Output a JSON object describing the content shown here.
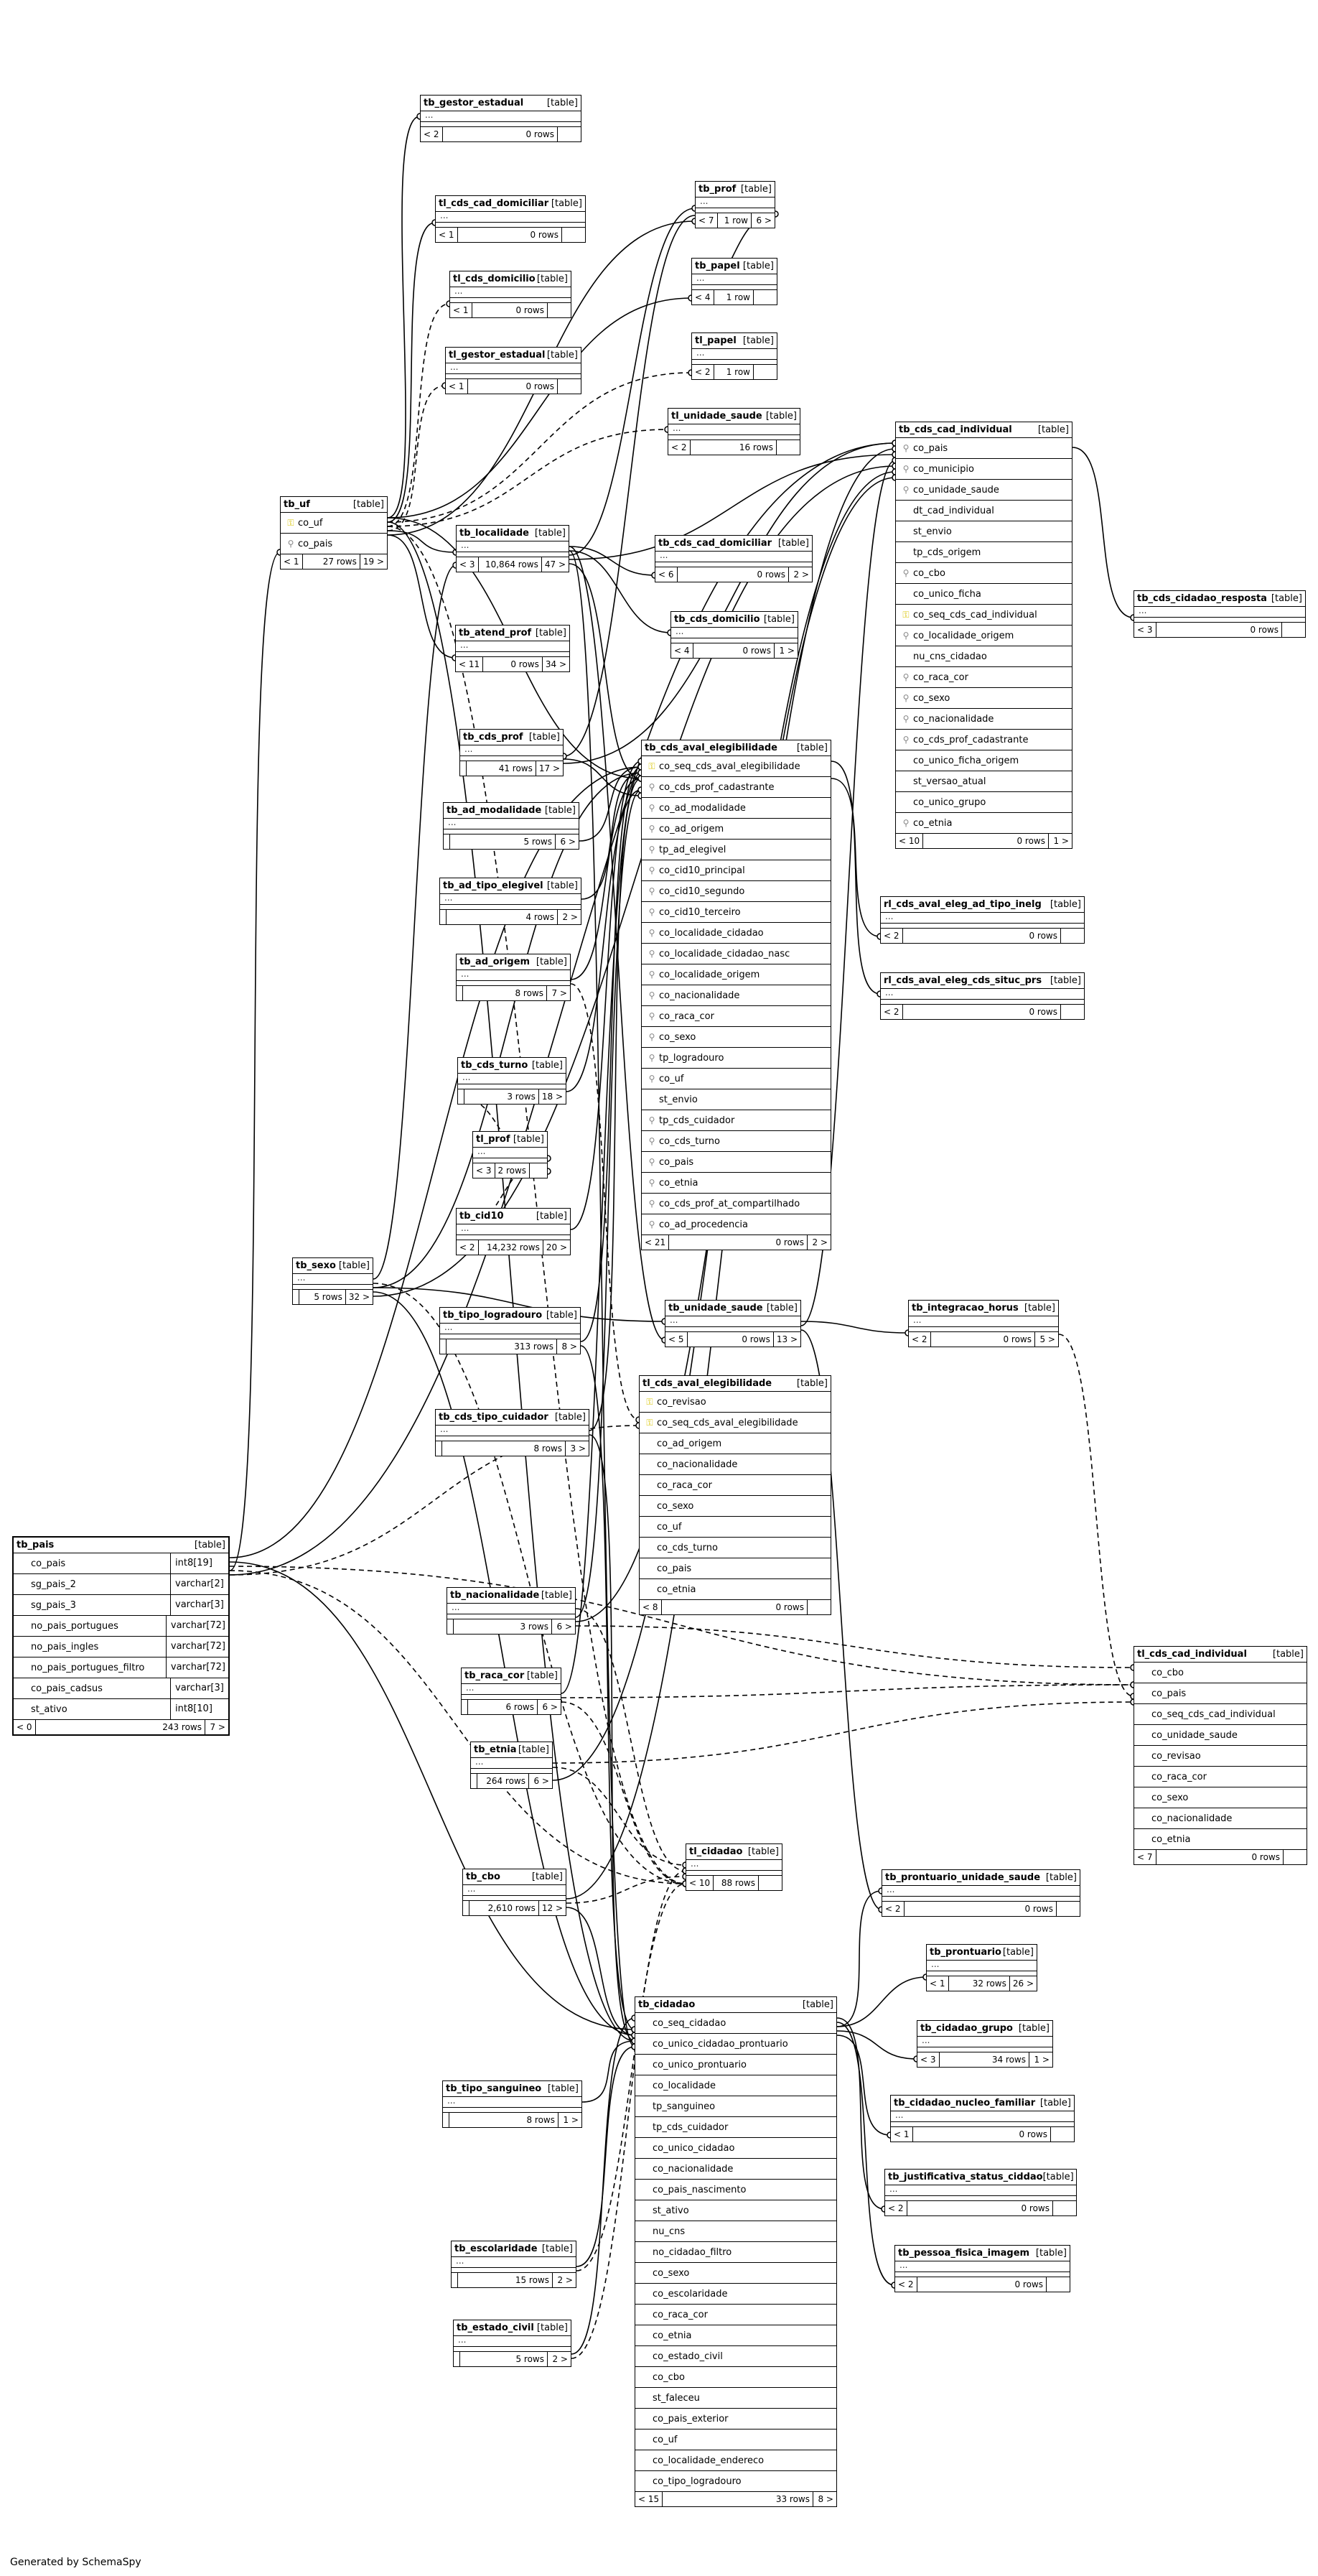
{
  "footer": {
    "generated_by": "Generated by SchemaSpy"
  },
  "labels": {
    "table_type": "[table]"
  },
  "tables": [
    {
      "id": "tb_gestor_estadual",
      "name": "tb_gestor_estadual",
      "cols": [],
      "parents": "< 2",
      "rows": "0 rows",
      "children": ""
    },
    {
      "id": "tl_cds_cad_domiciliar",
      "name": "tl_cds_cad_domiciliar",
      "cols": [],
      "parents": "< 1",
      "rows": "0 rows",
      "children": ""
    },
    {
      "id": "tl_cds_domicilio",
      "name": "tl_cds_domicilio",
      "cols": [],
      "parents": "< 1",
      "rows": "0 rows",
      "children": ""
    },
    {
      "id": "tl_gestor_estadual",
      "name": "tl_gestor_estadual",
      "cols": [],
      "parents": "< 1",
      "rows": "0 rows",
      "children": ""
    },
    {
      "id": "tb_prof",
      "name": "tb_prof",
      "cols": [],
      "parents": "< 7",
      "rows": "1 row",
      "children": "6 >"
    },
    {
      "id": "tb_papel",
      "name": "tb_papel",
      "cols": [],
      "parents": "< 4",
      "rows": "1 row",
      "children": ""
    },
    {
      "id": "tl_papel",
      "name": "tl_papel",
      "cols": [],
      "parents": "< 2",
      "rows": "1 row",
      "children": ""
    },
    {
      "id": "tl_unidade_saude",
      "name": "tl_unidade_saude",
      "cols": [],
      "parents": "< 2",
      "rows": "16 rows",
      "children": ""
    },
    {
      "id": "tb_uf",
      "name": "tb_uf",
      "cols": [
        {
          "n": "co_uf",
          "k": "pk"
        },
        {
          "n": "co_pais",
          "k": "fk"
        }
      ],
      "parents": "< 1",
      "rows": "27 rows",
      "children": "19 >"
    },
    {
      "id": "tb_localidade",
      "name": "tb_localidade",
      "cols": [],
      "parents": "< 3",
      "rows": "10,864 rows",
      "children": "47 >"
    },
    {
      "id": "tb_cds_cad_domiciliar",
      "name": "tb_cds_cad_domiciliar",
      "cols": [],
      "parents": "< 6",
      "rows": "0 rows",
      "children": "2 >"
    },
    {
      "id": "tb_cds_domicilio",
      "name": "tb_cds_domicilio",
      "cols": [],
      "parents": "< 4",
      "rows": "0 rows",
      "children": "1 >"
    },
    {
      "id": "tb_atend_prof",
      "name": "tb_atend_prof",
      "cols": [],
      "parents": "< 11",
      "rows": "0 rows",
      "children": "34 >"
    },
    {
      "id": "tb_cds_prof",
      "name": "tb_cds_prof",
      "cols": [],
      "parents": "",
      "rows": "41 rows",
      "children": "17 >"
    },
    {
      "id": "tb_ad_modalidade",
      "name": "tb_ad_modalidade",
      "cols": [],
      "parents": "",
      "rows": "5 rows",
      "children": "6 >"
    },
    {
      "id": "tb_ad_tipo_elegivel",
      "name": "tb_ad_tipo_elegivel",
      "cols": [],
      "parents": "",
      "rows": "4 rows",
      "children": "2 >"
    },
    {
      "id": "tb_ad_origem",
      "name": "tb_ad_origem",
      "cols": [],
      "parents": "",
      "rows": "8 rows",
      "children": "7 >"
    },
    {
      "id": "tb_cds_turno",
      "name": "tb_cds_turno",
      "cols": [],
      "parents": "",
      "rows": "3 rows",
      "children": "18 >"
    },
    {
      "id": "tl_prof",
      "name": "tl_prof",
      "cols": [],
      "parents": "< 3",
      "rows": "2 rows",
      "children": ""
    },
    {
      "id": "tb_cid10",
      "name": "tb_cid10",
      "cols": [],
      "parents": "< 2",
      "rows": "14,232 rows",
      "children": "20 >"
    },
    {
      "id": "tb_sexo",
      "name": "tb_sexo",
      "cols": [],
      "parents": "",
      "rows": "5 rows",
      "children": "32 >"
    },
    {
      "id": "tb_tipo_logradouro",
      "name": "tb_tipo_logradouro",
      "cols": [],
      "parents": "",
      "rows": "313 rows",
      "children": "8 >"
    },
    {
      "id": "tb_cds_tipo_cuidador",
      "name": "tb_cds_tipo_cuidador",
      "cols": [],
      "parents": "",
      "rows": "8 rows",
      "children": "3 >"
    },
    {
      "id": "tb_nacionalidade",
      "name": "tb_nacionalidade",
      "cols": [],
      "parents": "",
      "rows": "3 rows",
      "children": "6 >"
    },
    {
      "id": "tb_raca_cor",
      "name": "tb_raca_cor",
      "cols": [],
      "parents": "",
      "rows": "6 rows",
      "children": "6 >"
    },
    {
      "id": "tb_etnia",
      "name": "tb_etnia",
      "cols": [],
      "parents": "",
      "rows": "264 rows",
      "children": "6 >"
    },
    {
      "id": "tb_cbo",
      "name": "tb_cbo",
      "cols": [],
      "parents": "",
      "rows": "2,610 rows",
      "children": "12 >"
    },
    {
      "id": "tb_tipo_sanguineo",
      "name": "tb_tipo_sanguineo",
      "cols": [],
      "parents": "",
      "rows": "8 rows",
      "children": "1 >"
    },
    {
      "id": "tb_escolaridade",
      "name": "tb_escolaridade",
      "cols": [],
      "parents": "",
      "rows": "15 rows",
      "children": "2 >"
    },
    {
      "id": "tb_estado_civil",
      "name": "tb_estado_civil",
      "cols": [],
      "parents": "",
      "rows": "5 rows",
      "children": "2 >"
    },
    {
      "id": "tb_pais",
      "name": "tb_pais",
      "focus": true,
      "cols": [
        {
          "n": "co_pais",
          "t": "int8[19]"
        },
        {
          "n": "sg_pais_2",
          "t": "varchar[2]"
        },
        {
          "n": "sg_pais_3",
          "t": "varchar[3]"
        },
        {
          "n": "no_pais_portugues",
          "t": "varchar[72]"
        },
        {
          "n": "no_pais_ingles",
          "t": "varchar[72]"
        },
        {
          "n": "no_pais_portugues_filtro",
          "t": "varchar[72]"
        },
        {
          "n": "co_pais_cadsus",
          "t": "varchar[3]"
        },
        {
          "n": "st_ativo",
          "t": "int8[10]"
        }
      ],
      "parents": "< 0",
      "rows": "243 rows",
      "children": "7 >"
    },
    {
      "id": "tb_cds_aval_elegibilidade",
      "name": "tb_cds_aval_elegibilidade",
      "cols": [
        {
          "n": "co_seq_cds_aval_elegibilidade",
          "k": "pk"
        },
        {
          "n": "co_cds_prof_cadastrante",
          "k": "fk"
        },
        {
          "n": "co_ad_modalidade",
          "k": "fk"
        },
        {
          "n": "co_ad_origem",
          "k": "fk"
        },
        {
          "n": "tp_ad_elegivel",
          "k": "fk"
        },
        {
          "n": "co_cid10_principal",
          "k": "fk"
        },
        {
          "n": "co_cid10_segundo",
          "k": "fk"
        },
        {
          "n": "co_cid10_terceiro",
          "k": "fk"
        },
        {
          "n": "co_localidade_cidadao",
          "k": "fk"
        },
        {
          "n": "co_localidade_cidadao_nasc",
          "k": "fk"
        },
        {
          "n": "co_localidade_origem",
          "k": "fk"
        },
        {
          "n": "co_nacionalidade",
          "k": "fk"
        },
        {
          "n": "co_raca_cor",
          "k": "fk"
        },
        {
          "n": "co_sexo",
          "k": "fk"
        },
        {
          "n": "tp_logradouro",
          "k": "fk"
        },
        {
          "n": "co_uf",
          "k": "fk"
        },
        {
          "n": "st_envio",
          "k": ""
        },
        {
          "n": "tp_cds_cuidador",
          "k": "fk"
        },
        {
          "n": "co_cds_turno",
          "k": "fk"
        },
        {
          "n": "co_pais",
          "k": "fk"
        },
        {
          "n": "co_etnia",
          "k": "fk"
        },
        {
          "n": "co_cds_prof_at_compartilhado",
          "k": "fk"
        },
        {
          "n": "co_ad_procedencia",
          "k": "fk"
        }
      ],
      "parents": "< 21",
      "rows": "0 rows",
      "children": "2 >"
    },
    {
      "id": "tl_cds_aval_elegibilidade",
      "name": "tl_cds_aval_elegibilidade",
      "cols": [
        {
          "n": "co_revisao",
          "k": "pk"
        },
        {
          "n": "co_seq_cds_aval_elegibilidade",
          "k": "pk"
        },
        {
          "n": "co_ad_origem",
          "k": ""
        },
        {
          "n": "co_nacionalidade",
          "k": ""
        },
        {
          "n": "co_raca_cor",
          "k": ""
        },
        {
          "n": "co_sexo",
          "k": ""
        },
        {
          "n": "co_uf",
          "k": ""
        },
        {
          "n": "co_cds_turno",
          "k": ""
        },
        {
          "n": "co_pais",
          "k": ""
        },
        {
          "n": "co_etnia",
          "k": ""
        }
      ],
      "parents": "< 8",
      "rows": "0 rows",
      "children": ""
    },
    {
      "id": "tb_unidade_saude",
      "name": "tb_unidade_saude",
      "cols": [],
      "parents": "< 5",
      "rows": "0 rows",
      "children": "13 >"
    },
    {
      "id": "tl_cidadao",
      "name": "tl_cidadao",
      "cols": [],
      "parents": "< 10",
      "rows": "88 rows",
      "children": ""
    },
    {
      "id": "tb_cidadao",
      "name": "tb_cidadao",
      "cols": [
        {
          "n": "co_seq_cidadao",
          "k": ""
        },
        {
          "n": "co_unico_cidadao_prontuario",
          "k": ""
        },
        {
          "n": "co_unico_prontuario",
          "k": ""
        },
        {
          "n": "co_localidade",
          "k": ""
        },
        {
          "n": "tp_sanguineo",
          "k": ""
        },
        {
          "n": "tp_cds_cuidador",
          "k": ""
        },
        {
          "n": "co_unico_cidadao",
          "k": ""
        },
        {
          "n": "co_nacionalidade",
          "k": ""
        },
        {
          "n": "co_pais_nascimento",
          "k": ""
        },
        {
          "n": "st_ativo",
          "k": ""
        },
        {
          "n": "nu_cns",
          "k": ""
        },
        {
          "n": "no_cidadao_filtro",
          "k": ""
        },
        {
          "n": "co_sexo",
          "k": ""
        },
        {
          "n": "co_escolaridade",
          "k": ""
        },
        {
          "n": "co_raca_cor",
          "k": ""
        },
        {
          "n": "co_etnia",
          "k": ""
        },
        {
          "n": "co_estado_civil",
          "k": ""
        },
        {
          "n": "co_cbo",
          "k": ""
        },
        {
          "n": "st_faleceu",
          "k": ""
        },
        {
          "n": "co_pais_exterior",
          "k": ""
        },
        {
          "n": "co_uf",
          "k": ""
        },
        {
          "n": "co_localidade_endereco",
          "k": ""
        },
        {
          "n": "co_tipo_logradouro",
          "k": ""
        }
      ],
      "parents": "< 15",
      "rows": "33 rows",
      "children": "8 >"
    },
    {
      "id": "tb_cds_cad_individual",
      "name": "tb_cds_cad_individual",
      "cols": [
        {
          "n": "co_pais",
          "k": "fk"
        },
        {
          "n": "co_municipio",
          "k": "fk"
        },
        {
          "n": "co_unidade_saude",
          "k": "fk"
        },
        {
          "n": "dt_cad_individual",
          "k": ""
        },
        {
          "n": "st_envio",
          "k": ""
        },
        {
          "n": "tp_cds_origem",
          "k": ""
        },
        {
          "n": "co_cbo",
          "k": "fk"
        },
        {
          "n": "co_unico_ficha",
          "k": ""
        },
        {
          "n": "co_seq_cds_cad_individual",
          "k": "pk"
        },
        {
          "n": "co_localidade_origem",
          "k": "fk"
        },
        {
          "n": "nu_cns_cidadao",
          "k": ""
        },
        {
          "n": "co_raca_cor",
          "k": "fk"
        },
        {
          "n": "co_sexo",
          "k": "fk"
        },
        {
          "n": "co_nacionalidade",
          "k": "fk"
        },
        {
          "n": "co_cds_prof_cadastrante",
          "k": "fk"
        },
        {
          "n": "co_unico_ficha_origem",
          "k": ""
        },
        {
          "n": "st_versao_atual",
          "k": ""
        },
        {
          "n": "co_unico_grupo",
          "k": ""
        },
        {
          "n": "co_etnia",
          "k": "fk"
        }
      ],
      "parents": "< 10",
      "rows": "0 rows",
      "children": "1 >"
    },
    {
      "id": "tb_cds_cidadao_resposta",
      "name": "tb_cds_cidadao_resposta",
      "cols": [],
      "parents": "< 3",
      "rows": "0 rows",
      "children": ""
    },
    {
      "id": "rl_cds_aval_eleg_ad_tipo_inelg",
      "name": "rl_cds_aval_eleg_ad_tipo_inelg",
      "cols": [],
      "parents": "< 2",
      "rows": "0 rows",
      "children": ""
    },
    {
      "id": "rl_cds_aval_eleg_cds_situc_prs",
      "name": "rl_cds_aval_eleg_cds_situc_prs",
      "cols": [],
      "parents": "< 2",
      "rows": "0 rows",
      "children": ""
    },
    {
      "id": "tb_integracao_horus",
      "name": "tb_integracao_horus",
      "cols": [],
      "parents": "< 2",
      "rows": "0 rows",
      "children": "5 >"
    },
    {
      "id": "tl_cds_cad_individual",
      "name": "tl_cds_cad_individual",
      "cols": [
        {
          "n": "co_cbo",
          "k": ""
        },
        {
          "n": "co_pais",
          "k": ""
        },
        {
          "n": "co_seq_cds_cad_individual",
          "k": ""
        },
        {
          "n": "co_unidade_saude",
          "k": ""
        },
        {
          "n": "co_revisao",
          "k": ""
        },
        {
          "n": "co_raca_cor",
          "k": ""
        },
        {
          "n": "co_sexo",
          "k": ""
        },
        {
          "n": "co_nacionalidade",
          "k": ""
        },
        {
          "n": "co_etnia",
          "k": ""
        }
      ],
      "parents": "< 7",
      "rows": "0 rows",
      "children": ""
    },
    {
      "id": "tb_prontuario_unidade_saude",
      "name": "tb_prontuario_unidade_saude",
      "cols": [],
      "parents": "< 2",
      "rows": "0 rows",
      "children": ""
    },
    {
      "id": "tb_prontuario",
      "name": "tb_prontuario",
      "cols": [],
      "parents": "< 1",
      "rows": "32 rows",
      "children": "26 >"
    },
    {
      "id": "tb_cidadao_grupo",
      "name": "tb_cidadao_grupo",
      "cols": [],
      "parents": "< 3",
      "rows": "34 rows",
      "children": "1 >"
    },
    {
      "id": "tb_cidadao_nucleo_familiar",
      "name": "tb_cidadao_nucleo_familiar",
      "cols": [],
      "parents": "< 1",
      "rows": "0 rows",
      "children": ""
    },
    {
      "id": "tb_justificativa_status_ciddao",
      "name": "tb_justificativa_status_ciddao",
      "cols": [],
      "parents": "< 2",
      "rows": "0 rows",
      "children": ""
    },
    {
      "id": "tb_pessoa_fisica_imagem",
      "name": "tb_pessoa_fisica_imagem",
      "cols": [],
      "parents": "< 2",
      "rows": "0 rows",
      "children": ""
    }
  ]
}
